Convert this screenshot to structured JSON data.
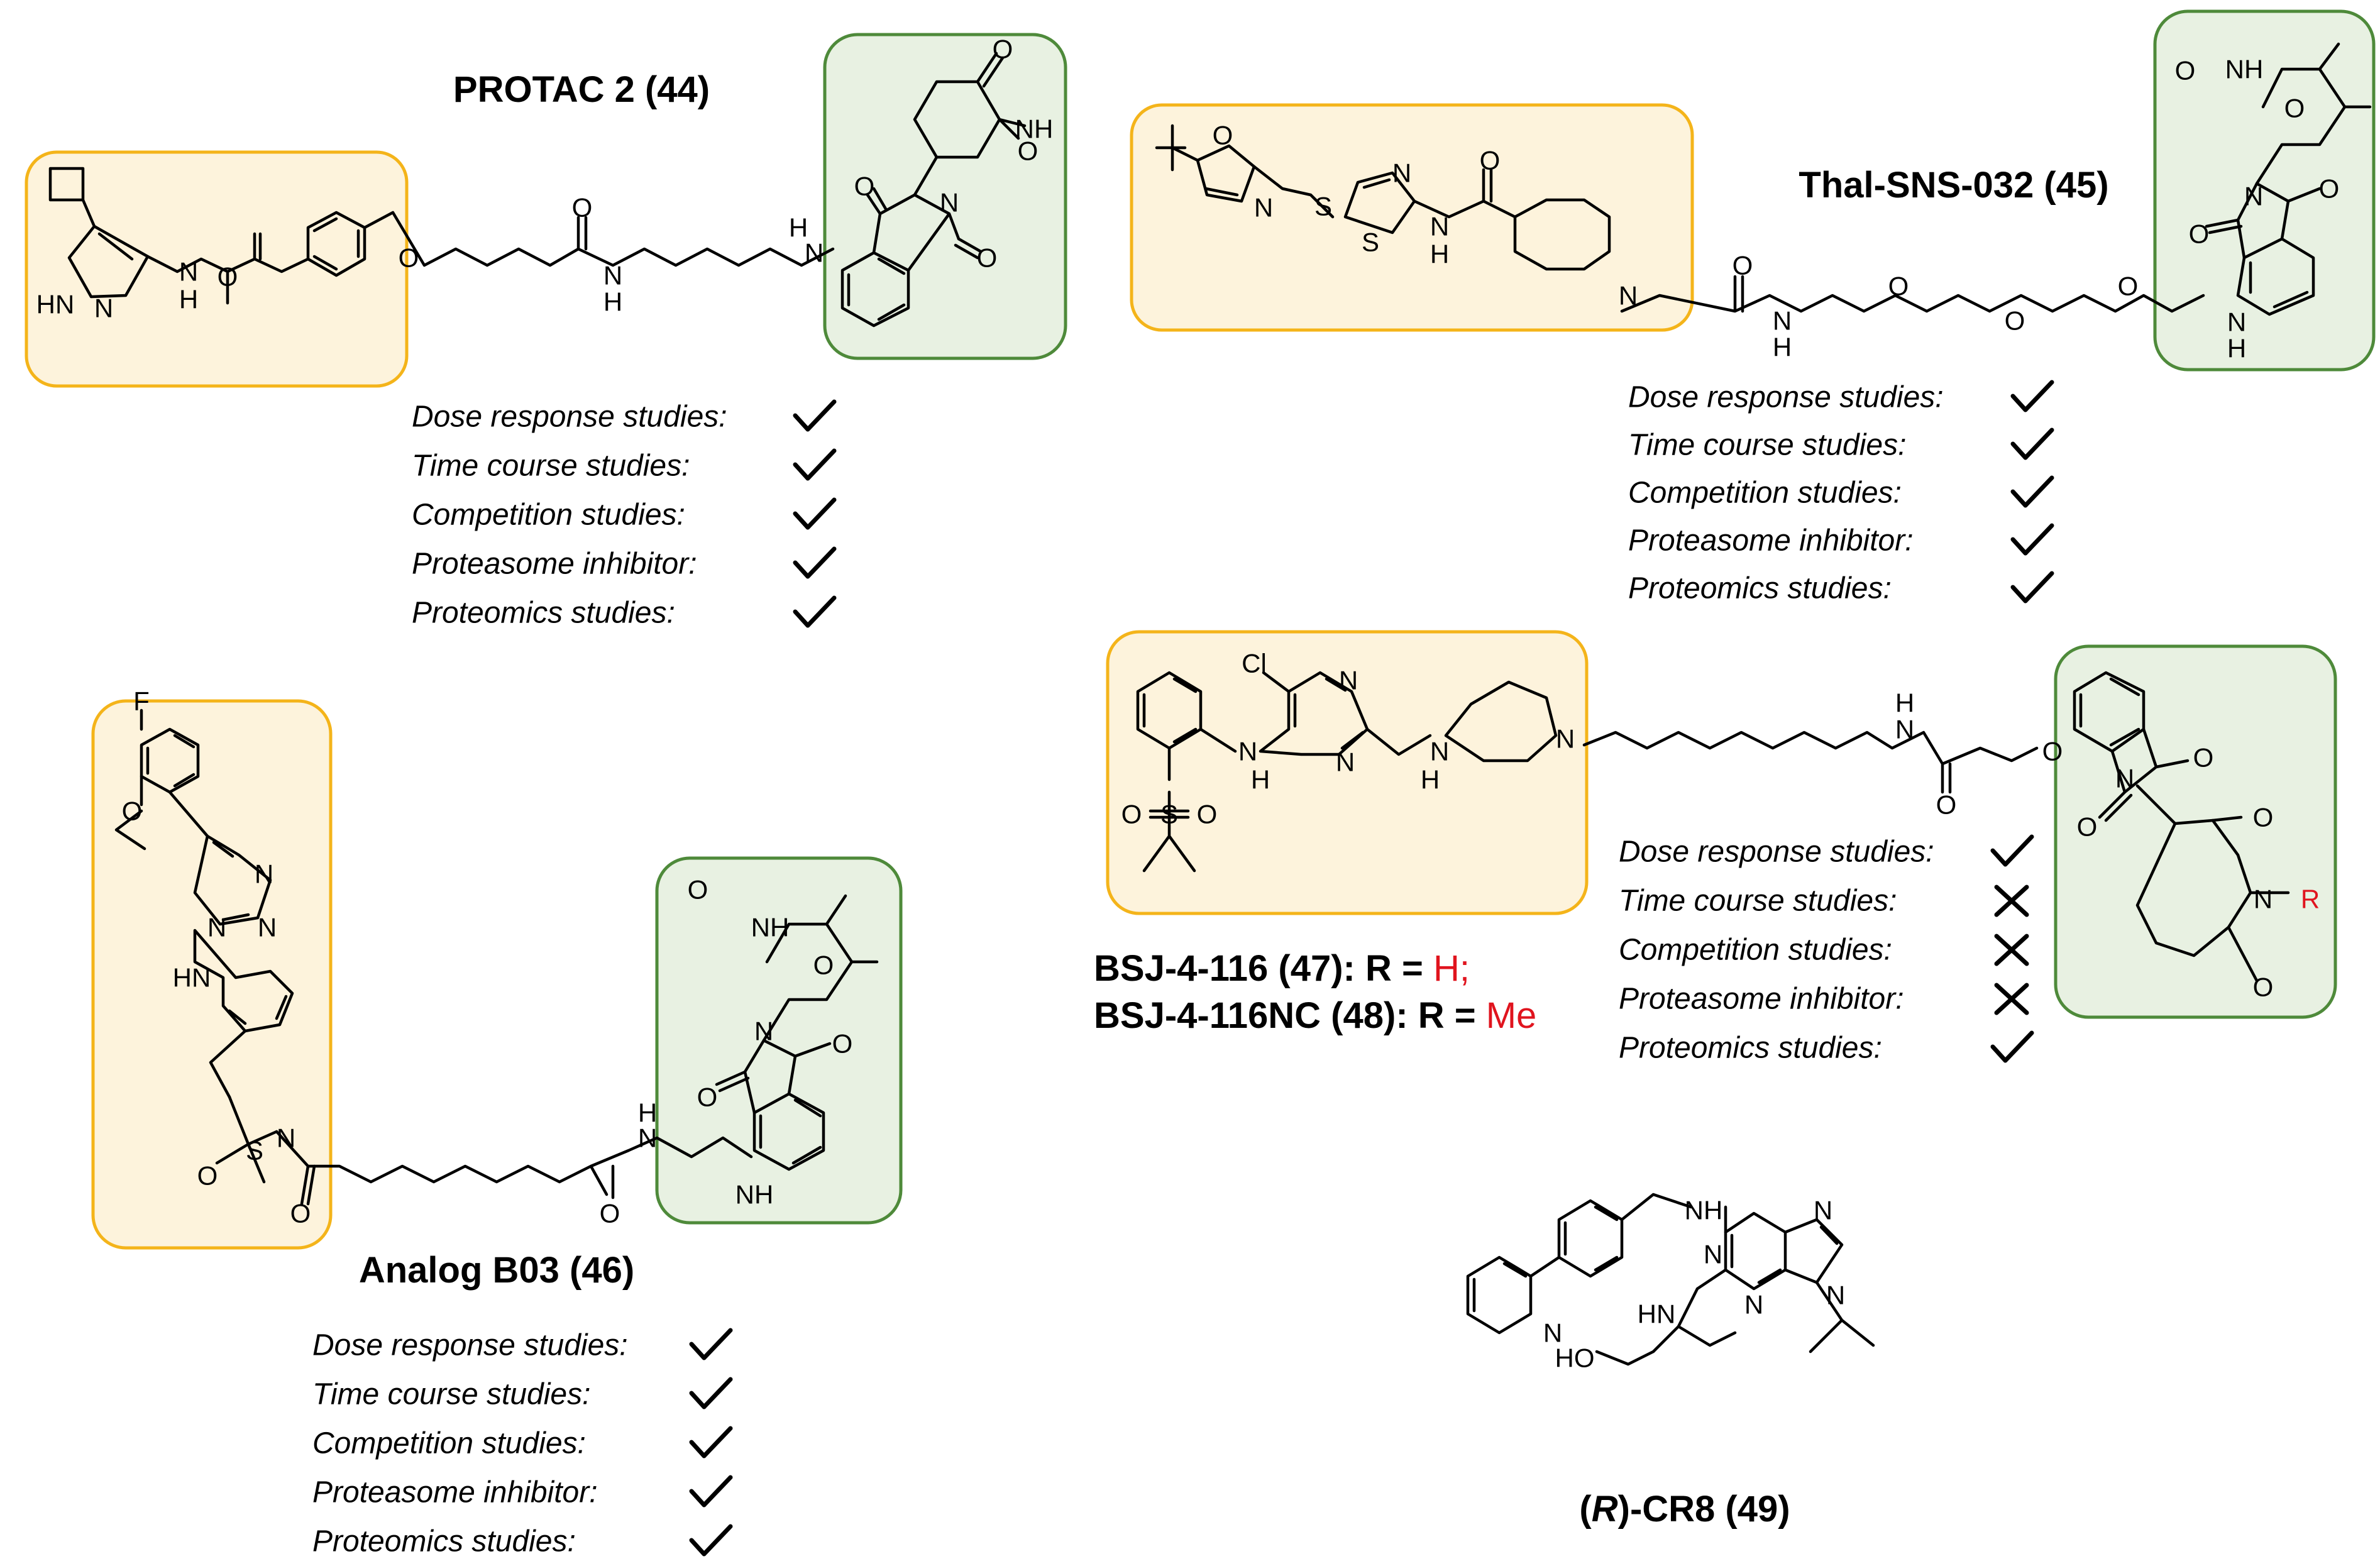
{
  "compounds": {
    "c44": {
      "title": "PROTAC 2 (44)",
      "studies": [
        {
          "label": "Dose response studies:",
          "result": "check"
        },
        {
          "label": "Time course studies:",
          "result": "check"
        },
        {
          "label": "Competition studies:",
          "result": "check"
        },
        {
          "label": "Proteasome inhibitor:",
          "result": "check"
        },
        {
          "label": "Proteomics studies:",
          "result": "check"
        }
      ]
    },
    "c45": {
      "title": "Thal-SNS-032 (45)",
      "studies": [
        {
          "label": "Dose response studies:",
          "result": "check"
        },
        {
          "label": "Time course studies:",
          "result": "check"
        },
        {
          "label": "Competition studies:",
          "result": "check"
        },
        {
          "label": "Proteasome inhibitor:",
          "result": "check"
        },
        {
          "label": "Proteomics studies:",
          "result": "check"
        }
      ]
    },
    "c46": {
      "title": "Analog B03 (46)",
      "studies": [
        {
          "label": "Dose response studies:",
          "result": "check"
        },
        {
          "label": "Time course studies:",
          "result": "check"
        },
        {
          "label": "Competition studies:",
          "result": "check"
        },
        {
          "label": "Proteasome inhibitor:",
          "result": "check"
        },
        {
          "label": "Proteomics studies:",
          "result": "check"
        }
      ]
    },
    "c47": {
      "title_a_bold": "BSJ-4-116 (47)",
      "title_a_rest": ": R = ",
      "title_a_r": "H;",
      "title_b_bold": "BSJ-4-116NC (48)",
      "title_b_rest": ": R = ",
      "title_b_r": "Me",
      "r_group": "R",
      "studies": [
        {
          "label": "Dose response studies:",
          "result": "check"
        },
        {
          "label": "Time course studies:",
          "result": "cross"
        },
        {
          "label": "Competition studies:",
          "result": "cross"
        },
        {
          "label": "Proteasome inhibitor:",
          "result": "cross"
        },
        {
          "label": "Proteomics studies:",
          "result": "check"
        }
      ]
    },
    "c49": {
      "title_paren_open": "(",
      "title_italic": "R",
      "title_rest": ")-CR8 (49)"
    }
  },
  "atoms": {
    "O": "O",
    "N": "N",
    "S": "S",
    "H": "H",
    "NH": "NH",
    "HN": "HN",
    "F": "F",
    "Cl": "Cl",
    "HO": "HO",
    "S_eq": "S"
  },
  "colors": {
    "target_ligand_fill": "#fdf3dc",
    "target_ligand_border": "#f4b41a",
    "e3_ligand_fill": "#e8f1e2",
    "e3_ligand_border": "#4e8a3a",
    "r_group_color": "#e0141e"
  }
}
